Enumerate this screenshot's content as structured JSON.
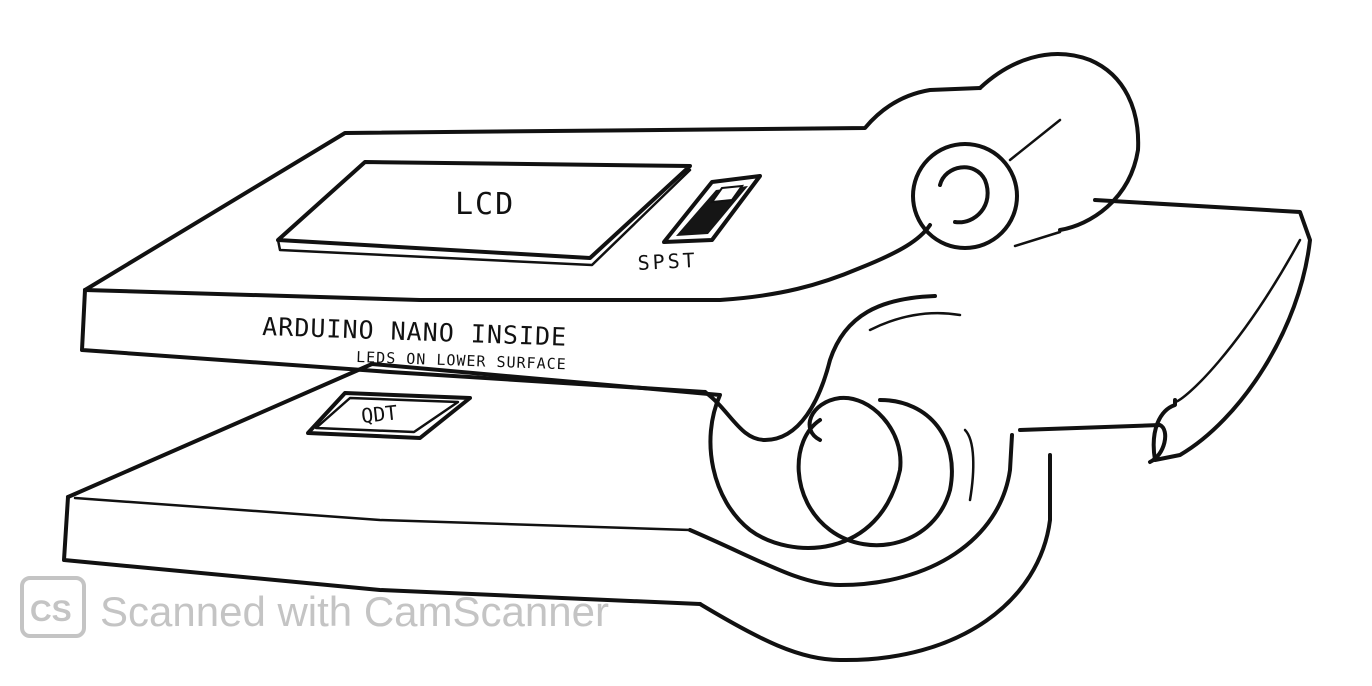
{
  "labels": {
    "lcd": "LCD",
    "switch": "SPST",
    "top_side": "ARDUINO NANO INSIDE",
    "top_side_sub": "LEDS ON LOWER SURFACE",
    "lower_box": "QDT"
  },
  "watermark": {
    "logo_text": "CS",
    "text": "Scanned with CamScanner",
    "color": "#c4c4c4"
  }
}
